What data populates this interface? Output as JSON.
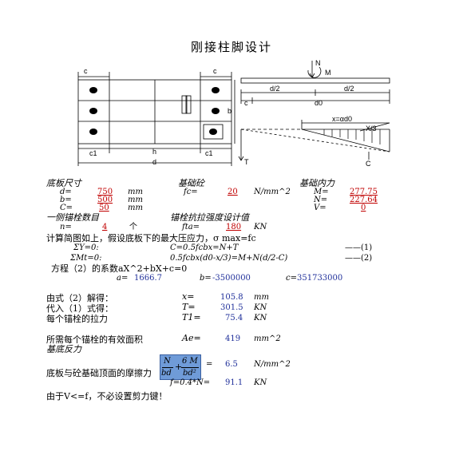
{
  "title": "刚接柱脚设计",
  "plan": {
    "dim_c_left": "c",
    "dim_c_right": "c",
    "dim_b": "b",
    "dim_c1_left": "c1",
    "dim_h": "h",
    "dim_c1_right": "c1",
    "dim_d": "d"
  },
  "elevation": {
    "label_N": "N",
    "label_M": "M",
    "dim_d_half_left": "d/2",
    "dim_d_half_right": "d/2",
    "dim_c": "c",
    "dim_d0": "d0",
    "dim_x": "x=αd0",
    "dim_x3": "X/3",
    "label_T": "T",
    "label_C": "C"
  },
  "base_size": {
    "heading": "底板尺寸",
    "rows": [
      {
        "label": "d=",
        "value": "750",
        "unit": "mm"
      },
      {
        "label": "b=",
        "value": "500",
        "unit": "mm"
      },
      {
        "label": "C=",
        "value": "50",
        "unit": "mm"
      }
    ]
  },
  "concrete": {
    "heading": "基础砼",
    "label": "fc=",
    "value": "20",
    "unit": "N/mm^2"
  },
  "internal_force": {
    "heading": "基础内力",
    "rows": [
      {
        "label": "M=",
        "value": "277.75"
      },
      {
        "label": "N=",
        "value": "227.64"
      },
      {
        "label": "V=",
        "value": "0"
      }
    ]
  },
  "anchor_count": {
    "heading": "一侧锚栓数目",
    "label": "n=",
    "value": "4",
    "unit": "个"
  },
  "anchor_strength": {
    "heading": "锚栓抗拉强度设计值",
    "label": "fta=",
    "value": "180",
    "unit": "KN"
  },
  "calc_note": "计算简图如上，假设底板下的最大压应力，σ max=fc",
  "eq1": {
    "lhs": "ΣY=0:",
    "rhs": "C=0.5fcbx=N+T",
    "tag": "——(1)"
  },
  "eq2": {
    "lhs": "ΣMt=0:",
    "rhs": "0.5fcbx(d0-x/3)=M+N(d/2-C)",
    "tag": "——(2)"
  },
  "coef": {
    "intro": "方程（2）的系数aX^2+bX+c=0",
    "a_label": "a=",
    "a_value": "1666.7",
    "b_label": "b=",
    "b_value": "-3500000",
    "c_label": "c=",
    "c_value": "351733000"
  },
  "results": [
    {
      "desc": "由式（2）解得：",
      "sym": "x=",
      "value": "105.8",
      "unit": "mm"
    },
    {
      "desc": "代入（1）式得：",
      "sym": "T=",
      "value": "301.5",
      "unit": "KN"
    },
    {
      "desc": "每个锚栓的拉力",
      "sym": "T1=",
      "value": "75.4",
      "unit": "KN"
    }
  ],
  "area": {
    "desc": "所需每个锚栓的有效面积",
    "sym": "Ae=",
    "value": "419",
    "unit": "mm^2"
  },
  "reaction_heading": "基底反力",
  "pressure": {
    "eq": "=",
    "value": "6.5",
    "unit": "N/mm^2"
  },
  "formula": {
    "num1": "N",
    "den1": "bd",
    "plus": "+",
    "num2": "6 M",
    "den2": "bd²"
  },
  "friction": {
    "desc": "底板与砼基础顶面的摩擦力",
    "sym": "f=0.4*N=",
    "value": "91.1",
    "unit": "KN"
  },
  "conclusion": "由于V<=f，不必设置剪力键！"
}
